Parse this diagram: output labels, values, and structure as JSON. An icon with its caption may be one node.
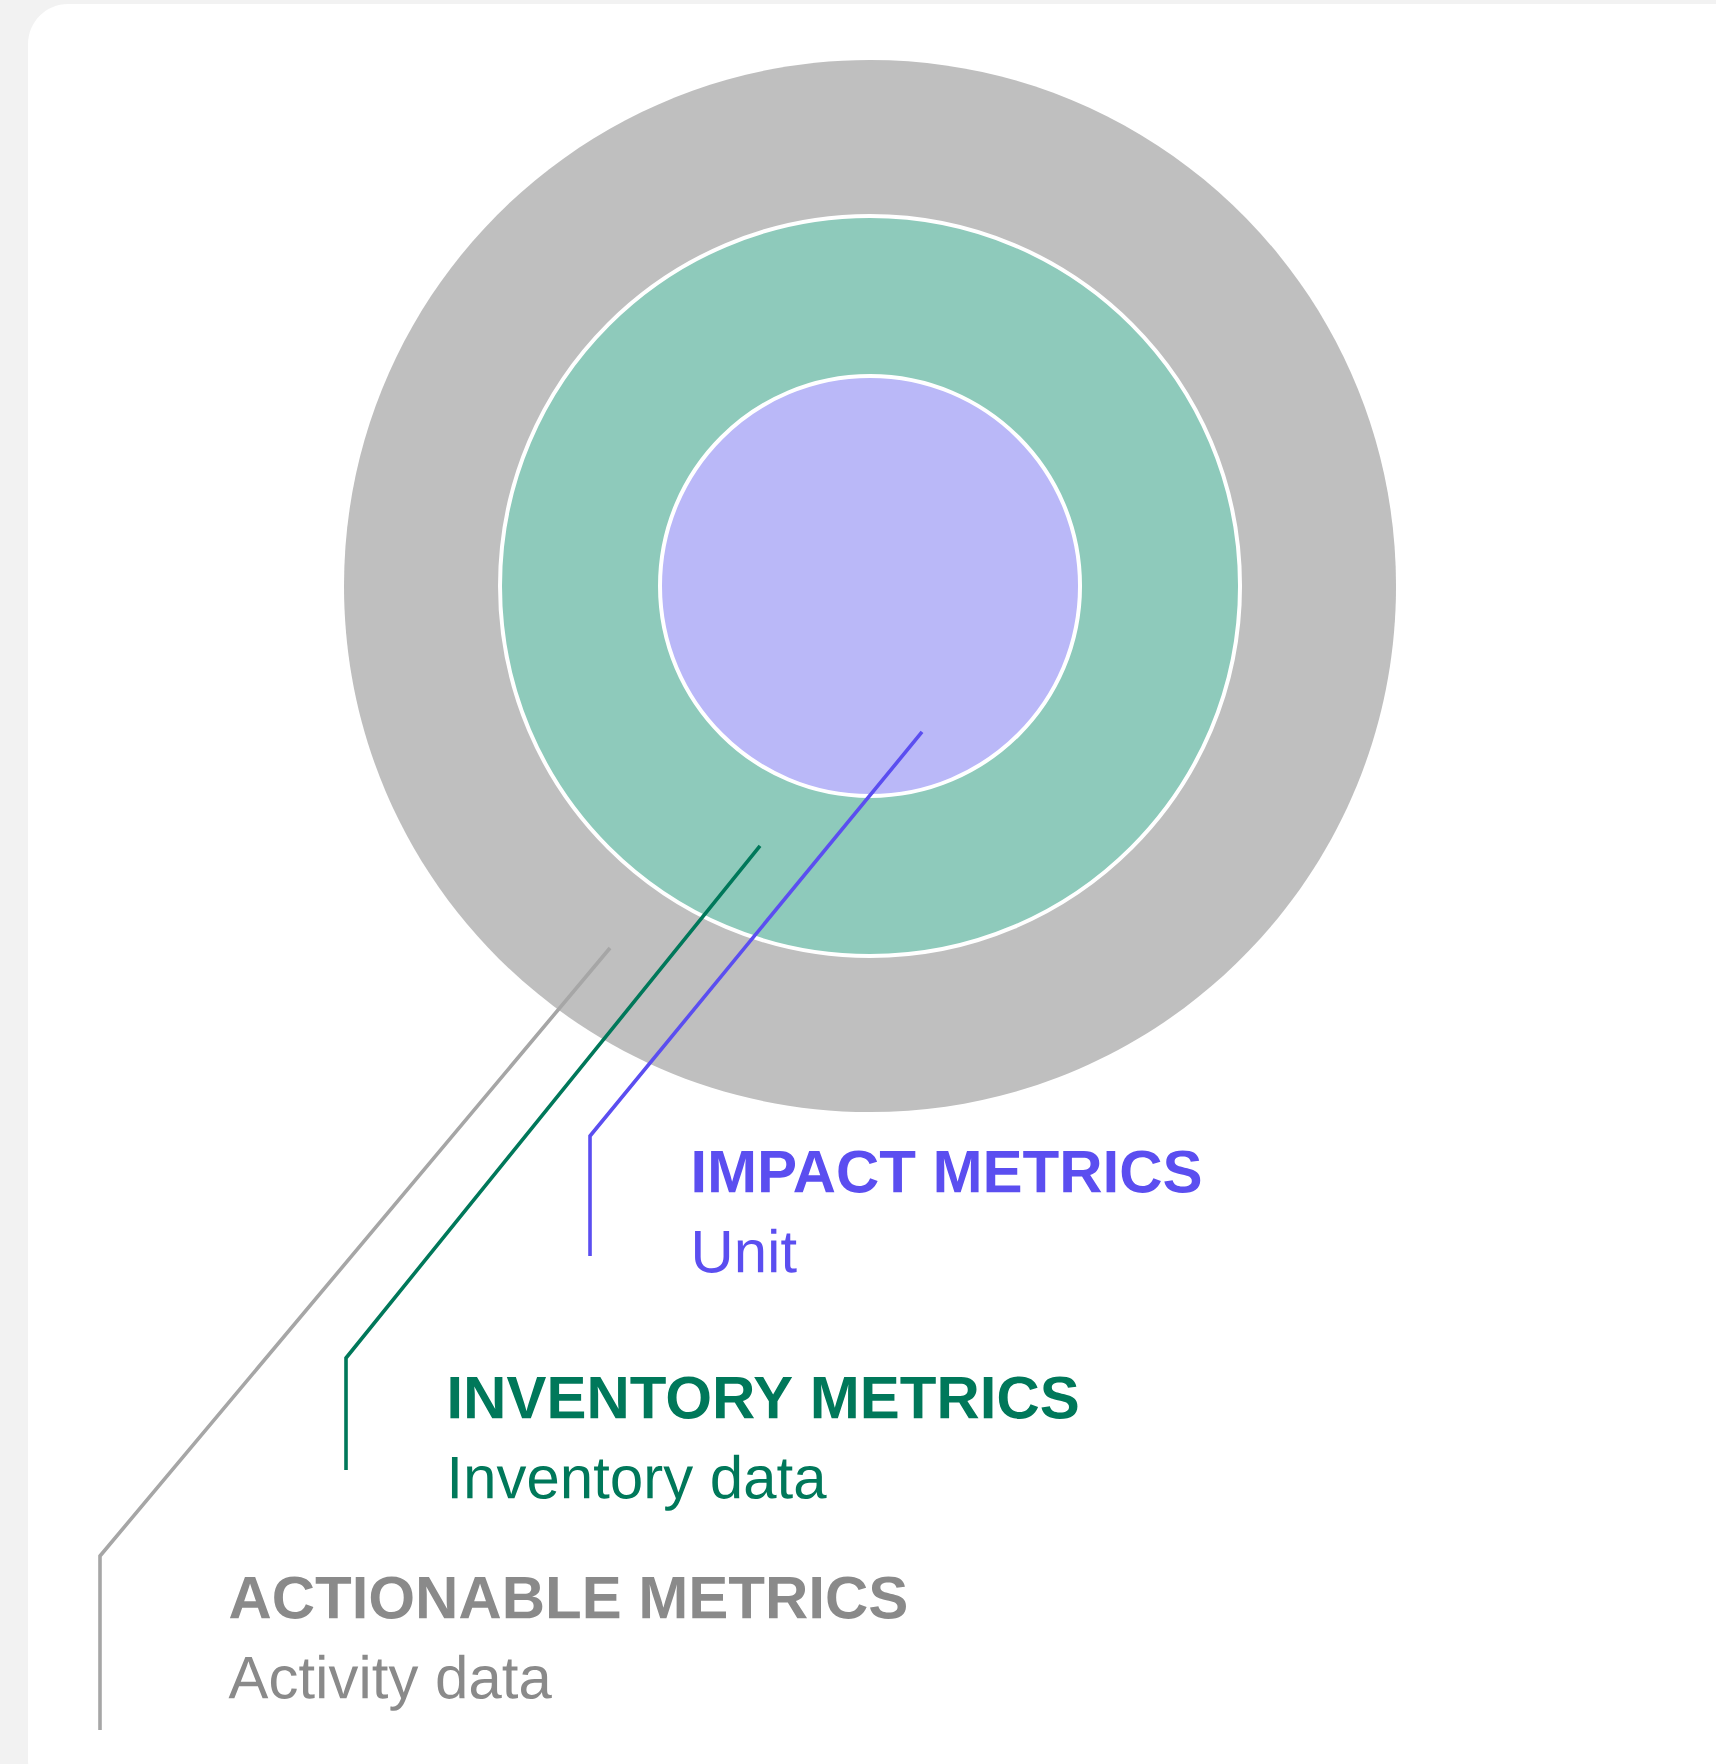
{
  "diagram": {
    "nodes": [
      {
        "text": [],
        "shape": "circle"
      },
      {
        "text": [],
        "shape": "circle",
        "in": 0
      },
      {
        "text": [],
        "shape": "circle",
        "in": 1
      },
      {
        "text": [
          "IMPACT METRICS",
          "Unit"
        ]
      },
      {
        "text": [
          "INVENTORY METRICS",
          "Inventory data"
        ]
      },
      {
        "text": [
          "ACTIONABLE METRICS",
          "Activity data"
        ]
      }
    ],
    "edges": [
      {
        "from": 3,
        "to": 2,
        "arrow": "none",
        "color": "#5b4ef0"
      },
      {
        "from": 4,
        "to": 1,
        "arrow": "none",
        "color": "#00785a"
      },
      {
        "from": 5,
        "to": 0,
        "arrow": "none",
        "color": "#a6a6a6"
      }
    ]
  }
}
